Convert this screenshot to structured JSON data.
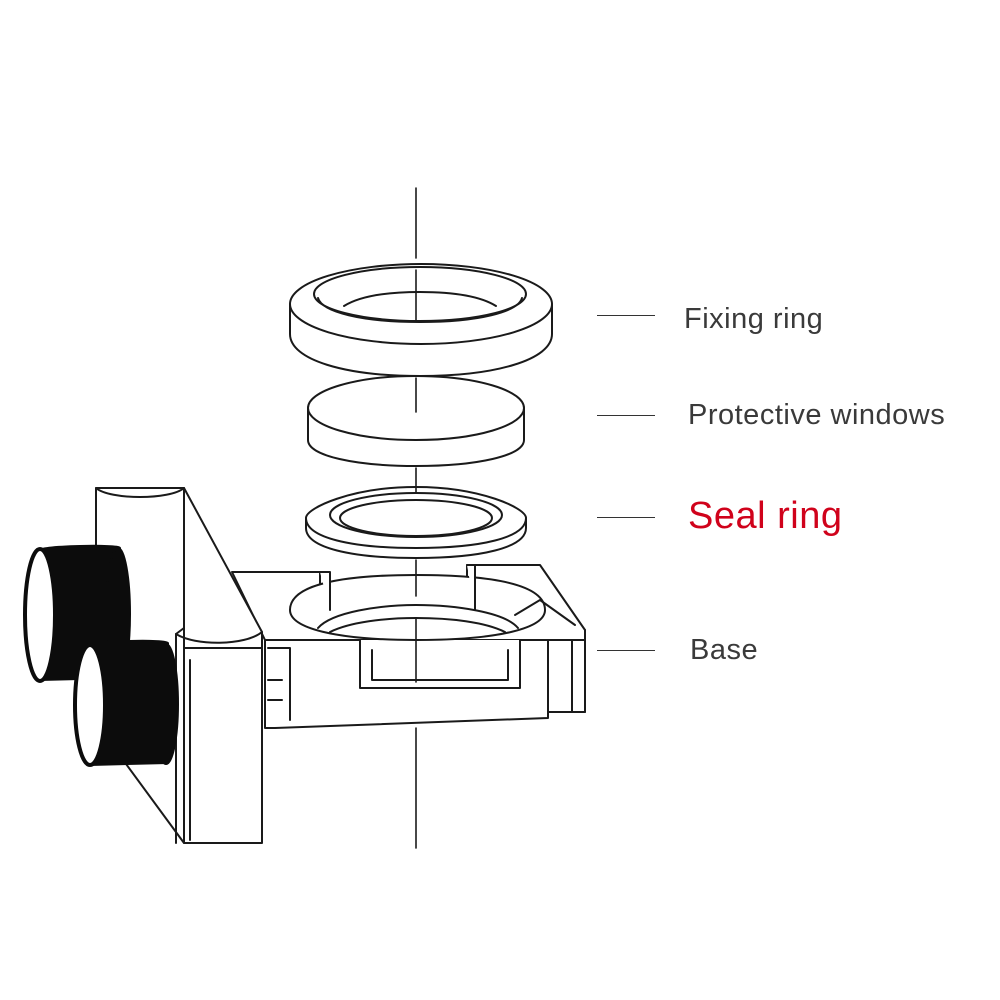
{
  "labels": {
    "fixing_ring": "Fixing ring",
    "protective_windows": "Protective windows",
    "seal_ring": "Seal ring",
    "base": "Base"
  },
  "colors": {
    "line": "#1a1a1a",
    "text": "#3a3a3a",
    "highlight": "#d0021b",
    "knob": "#0c0c0c"
  }
}
